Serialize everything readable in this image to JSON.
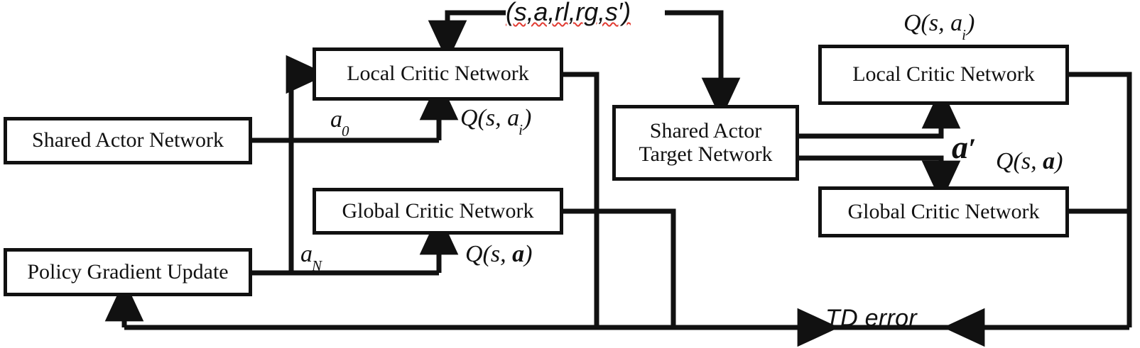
{
  "diagram": {
    "title": "Multi-agent actor-critic architecture with shared actor and local/global critics",
    "background_color": "#ffffff",
    "line_color": "#111111",
    "spellcheck_underline_color": "#e23b32"
  },
  "nodes": {
    "shared_actor": "Shared Actor Network",
    "policy_gradient": "Policy Gradient Update",
    "local_critic_left": "Local Critic Network",
    "global_critic_left": "Global Critic Network",
    "shared_actor_target_line1": "Shared Actor",
    "shared_actor_target_line2": "Target Network",
    "local_critic_right": "Local Critic Network",
    "global_critic_right": "Global Critic Network"
  },
  "labels": {
    "experience_tuple": "(s,a,rl,rg,s′)",
    "experience_tuple_plain": "(s,a,rl,rg,s')",
    "action_a0_base": "a",
    "action_a0_sub": "0",
    "action_aN_base": "a",
    "action_aN_sub": "N",
    "q_local_left_prefix": "Q(s, a",
    "q_local_left_sub": "i",
    "q_local_left_suffix": ")",
    "q_global_left": "Q(s, a)",
    "q_local_right_prefix": "Q(s, a",
    "q_local_right_sub": "i",
    "q_local_right_suffix": ")",
    "q_global_right": "Q(s, a)",
    "a_prime_base": "a",
    "a_prime_mark": "′",
    "td_error": "TD error"
  },
  "edges": [
    {
      "name": "tuple-to-local-critic",
      "from": "experience-tuple",
      "to": "local-critic-left",
      "arrow": true
    },
    {
      "name": "tuple-to-shared-actor-target",
      "from": "experience-tuple",
      "to": "shared-actor-target-network",
      "arrow": true
    },
    {
      "name": "shared-actor-to-local-critic",
      "from": "shared-actor-network",
      "to": "local-critic-left",
      "arrow": true,
      "label": "a0"
    },
    {
      "name": "shared-actor-to-global-critic",
      "from": "shared-actor-network",
      "to": "global-critic-left",
      "arrow": true,
      "label": "aN"
    },
    {
      "name": "policy-gradient-to-actor",
      "from": "policy-gradient-update",
      "to": "shared-actor-network",
      "arrow": true
    },
    {
      "name": "local-critic-left-to-td",
      "from": "local-critic-left",
      "to": "policy-gradient-update",
      "arrow": true
    },
    {
      "name": "global-critic-left-to-td",
      "from": "global-critic-left",
      "to": "td-error",
      "arrow": true
    },
    {
      "name": "target-actor-to-local-critic-right",
      "from": "shared-actor-target-network",
      "to": "local-critic-right",
      "arrow": true,
      "label": "a-prime"
    },
    {
      "name": "target-actor-to-global-critic-right",
      "from": "shared-actor-target-network",
      "to": "global-critic-right",
      "arrow": true,
      "label": "a-prime"
    },
    {
      "name": "right-critics-to-td",
      "from": "right-critics",
      "to": "td-error",
      "arrow": true
    }
  ]
}
